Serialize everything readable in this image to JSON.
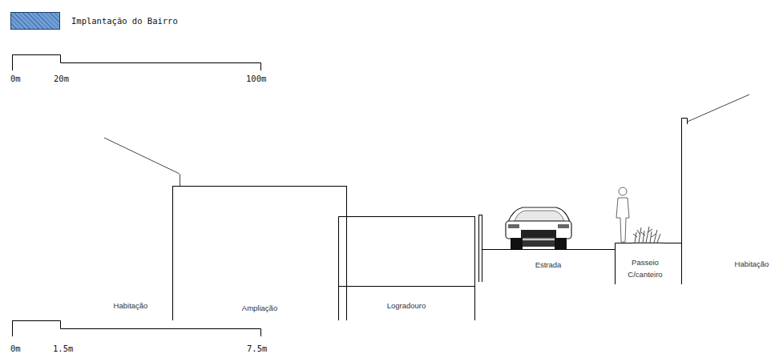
{
  "diagram": {
    "nodes": [
      {
        "text": [
          "Ampliação"
        ]
      }
    ],
    "labels": [
      "0m",
      "20m",
      "100m",
      "Habitação",
      "Logradouro",
      "Estrada",
      "Passeio C/canteiro",
      "Habitação",
      "0m",
      "1.5m",
      "7.5m"
    ],
    "legend": [
      {
        "text": "Implantação do Bairro",
        "color": "#6f9fd8"
      }
    ]
  }
}
